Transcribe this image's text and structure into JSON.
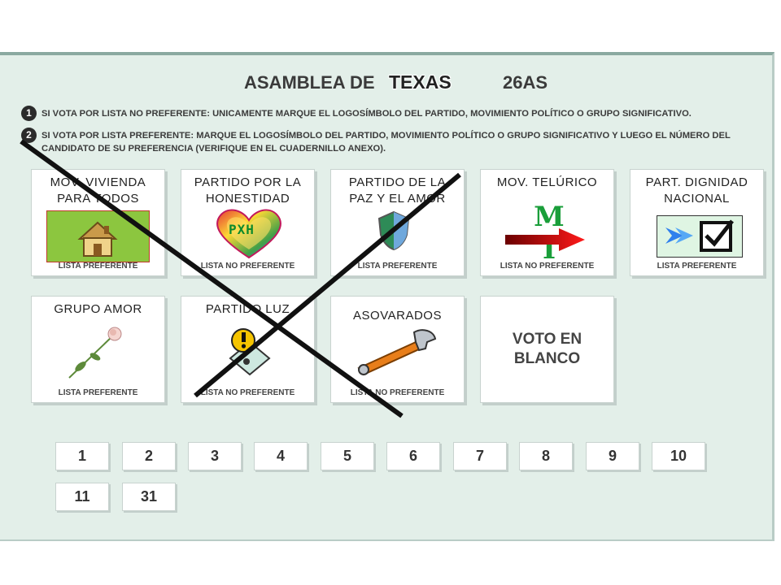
{
  "ballot": {
    "title": "ASAMBLEA DE",
    "state": "TEXAS",
    "code": "26AS",
    "instructions": [
      {
        "num": "1",
        "text": "SI VOTA POR LISTA NO PREFERENTE: UNICAMENTE MARQUE EL LOGOSÍMBOLO DEL PARTIDO, MOVIMIENTO POLÍTICO O GRUPO SIGNIFICATIVO."
      },
      {
        "num": "2",
        "text": "SI VOTA POR LISTA PREFERENTE: MARQUE EL LOGOSÍMBOLO DEL PARTIDO, MOVIMIENTO POLÍTICO O GRUPO SIGNIFICATIVO Y LUEGO EL NÚMERO DEL CANDIDATO DE SU PREFERENCIA (VERIFIQUE EN EL CUADERNILLO ANEXO)."
      }
    ],
    "parties": [
      {
        "name_line1": "MOV. VIVIENDA",
        "name_line2": "PARA TODOS",
        "list": "LISTA PREFERENTE",
        "icon": "house-icon"
      },
      {
        "name_line1": "PARTIDO POR LA",
        "name_line2": "HONESTIDAD",
        "list": "LISTA NO PREFERENTE",
        "icon": "heart-icon",
        "logo_text": "PXH"
      },
      {
        "name_line1": "PARTIDO DE LA",
        "name_line2": "PAZ Y EL AMOR",
        "list": "LISTA PREFERENTE",
        "icon": "shield-icon"
      },
      {
        "name_line1": "MOV.  TELÚRICO",
        "name_line2": "",
        "list": "LISTA NO PREFERENTE",
        "icon": "arrow-icon",
        "logo_text": "M T"
      },
      {
        "name_line1": "PART.  DIGNIDAD",
        "name_line2": "NACIONAL",
        "list": "LISTA PREFERENTE",
        "icon": "checkbox-icon"
      },
      {
        "name_line1": "GRUPO AMOR",
        "name_line2": "",
        "list": "LISTA PREFERENTE",
        "icon": "rose-icon"
      },
      {
        "name_line1": "PARTIDO LUZ",
        "name_line2": "",
        "list": "LISTA NO PREFERENTE",
        "icon": "warning-icon"
      },
      {
        "name_line1": "ASOVARADOS",
        "name_line2": "",
        "list": "LISTA NO PREFERENTE",
        "icon": "wrench-icon"
      }
    ],
    "blank_vote_line1": "VOTO EN",
    "blank_vote_line2": "BLANCO",
    "candidate_numbers": [
      "1",
      "2",
      "3",
      "4",
      "5",
      "6",
      "7",
      "8",
      "9",
      "10",
      "11",
      "31"
    ],
    "colors": {
      "background": "#e3efe9",
      "mark": "#111111",
      "house_bg": "#8cc63f",
      "arrow": "#d0021b",
      "mt_green": "#1a9e3a"
    }
  }
}
